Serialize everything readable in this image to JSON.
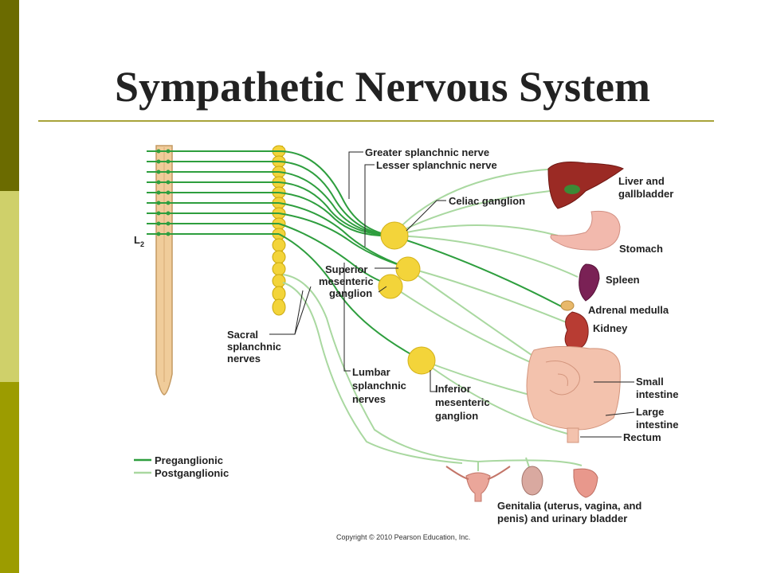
{
  "slide": {
    "title": "Sympathetic Nervous System",
    "accent_colors": [
      "#6b6b00",
      "#cfd06a",
      "#9c9c00"
    ],
    "rule_color": "#a8a33a"
  },
  "diagram": {
    "spinal_label_main": "L",
    "spinal_label_sub": "2",
    "labels": {
      "greater_splanchnic": "Greater splanchnic nerve",
      "lesser_splanchnic": "Lesser splanchnic nerve",
      "celiac_ganglion": "Celiac ganglion",
      "superior_mesenteric": [
        "Superior",
        "mesenteric",
        "ganglion"
      ],
      "sacral_splanchnic": [
        "Sacral",
        "splanchnic",
        "nerves"
      ],
      "lumbar_splanchnic": [
        "Lumbar",
        "splanchnic",
        "nerves"
      ],
      "inferior_mesenteric": [
        "Inferior",
        "mesenteric",
        "ganglion"
      ],
      "liver": [
        "Liver and",
        "gallbladder"
      ],
      "stomach": "Stomach",
      "spleen": "Spleen",
      "adrenal": "Adrenal medulla",
      "kidney": "Kidney",
      "small_intestine": [
        "Small",
        "intestine"
      ],
      "large_intestine": [
        "Large",
        "intestine"
      ],
      "rectum": "Rectum",
      "genitalia": [
        "Genitalia (uterus, vagina, and",
        "penis) and urinary bladder"
      ]
    },
    "legend": {
      "preganglionic": "Preganglionic",
      "postganglionic": "Postganglionic",
      "pre_color": "#2e9e3e",
      "post_color": "#a9d8a0"
    },
    "copyright": "Copyright © 2010 Pearson Education, Inc."
  }
}
